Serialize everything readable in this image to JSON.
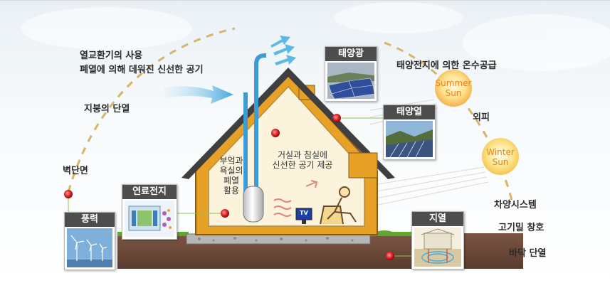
{
  "labels": {
    "heat_exchange": "열교환기의 사용",
    "waste_heat": "폐열에 의해 데워진 신선한 공기",
    "roof_insulation": "지붕의 단열",
    "wall_insulation": "벽단면",
    "solar_water": "태양전지에 의한 온수공급",
    "exterior_wall": "외피",
    "shading": "차양시스템",
    "airtight_window": "고기밀 창호",
    "floor_insulation": "바닥 단열",
    "living_room_1": "거실과 침실에",
    "living_room_2": "신선한 공기 제공",
    "bathroom_1": "부엌과",
    "bathroom_2": "욕실의",
    "bathroom_3": "폐열",
    "bathroom_4": "활용",
    "tv": "TV"
  },
  "suns": {
    "summer": [
      "Summer",
      "Sun"
    ],
    "winter": [
      "Winter",
      "Sun"
    ]
  },
  "panels": {
    "solar_pv": "태양광",
    "solar_thermal": "태양열",
    "fuel_cell": "연료전지",
    "wind": "풍력",
    "geothermal": "지열"
  },
  "colors": {
    "roof": "#e6a126",
    "roof_edge": "#7a5a22",
    "wall_interior": "#fbf3dc",
    "soil": "#6b4a3a",
    "grass": "#5fa82e",
    "sun_path": "#d6b56a",
    "air_arrow": "#5eb8e6",
    "red_dot": "#d01818",
    "summer_sun": "#f6b04a",
    "winter_sun": "#f8cc58"
  }
}
